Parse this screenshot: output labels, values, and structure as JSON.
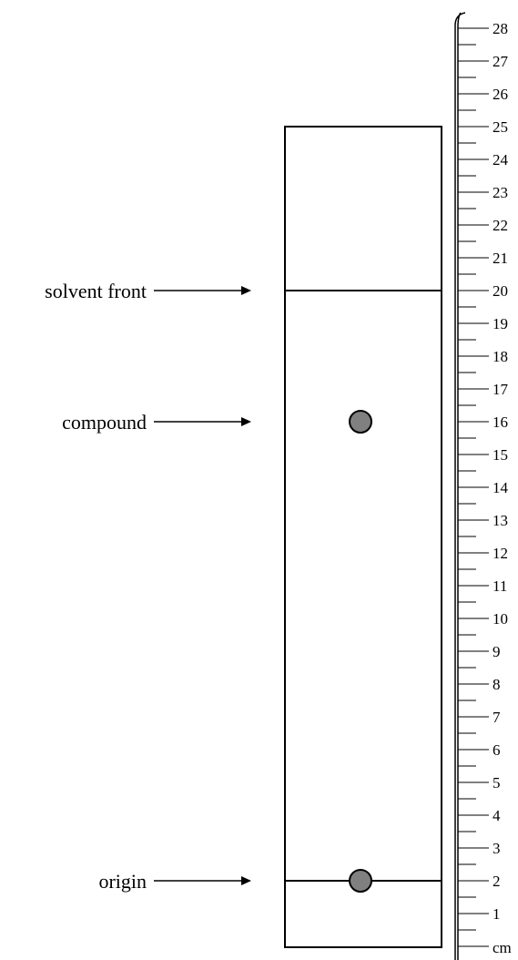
{
  "labels": {
    "solvent_front": "solvent front",
    "compound": "compound",
    "origin": "origin"
  },
  "ruler": {
    "unit_label": "cm",
    "tick_labels": [
      "1",
      "2",
      "3",
      "4",
      "5",
      "6",
      "7",
      "8",
      "9",
      "10",
      "11",
      "12",
      "13",
      "14",
      "15",
      "16",
      "17",
      "18",
      "19",
      "20",
      "21",
      "22",
      "23",
      "24",
      "25",
      "26",
      "27",
      "28"
    ]
  },
  "colors": {
    "spot_fill": "#808080",
    "line": "#000000"
  }
}
